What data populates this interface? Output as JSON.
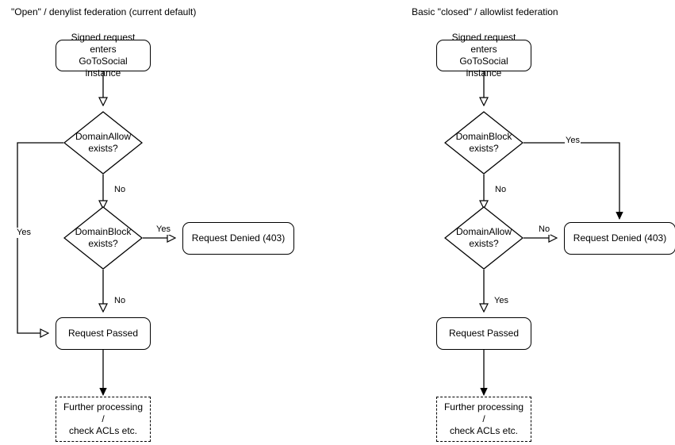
{
  "diagram": {
    "type": "flowchart",
    "background_color": "#ffffff",
    "line_color": "#000000",
    "text_color": "#000000",
    "columns": [
      {
        "id": "open-denylist",
        "title": "\"Open\" / denylist federation (current default)",
        "nodes": {
          "start": "Signed request enters\nGoToSocial instance",
          "decision_1": "DomainAllow\nexists?",
          "decision_2": "DomainBlock\nexists?",
          "denied": "Request Denied (403)",
          "passed": "Request Passed",
          "further": "Further processing /\ncheck ACLs etc."
        },
        "edge_labels": {
          "allow_yes": "Yes",
          "allow_no": "No",
          "block_yes": "Yes",
          "block_no": "No"
        }
      },
      {
        "id": "closed-allowlist",
        "title": "Basic \"closed\" / allowlist federation",
        "nodes": {
          "start": "Signed request enters\nGoToSocial instance",
          "decision_1": "DomainBlock\nexists?",
          "decision_2": "DomainAllow\nexists?",
          "denied": "Request Denied (403)",
          "passed": "Request Passed",
          "further": "Further processing /\ncheck ACLs etc."
        },
        "edge_labels": {
          "block_yes": "Yes",
          "block_no": "No",
          "allow_no": "No",
          "allow_yes": "Yes"
        }
      }
    ]
  }
}
